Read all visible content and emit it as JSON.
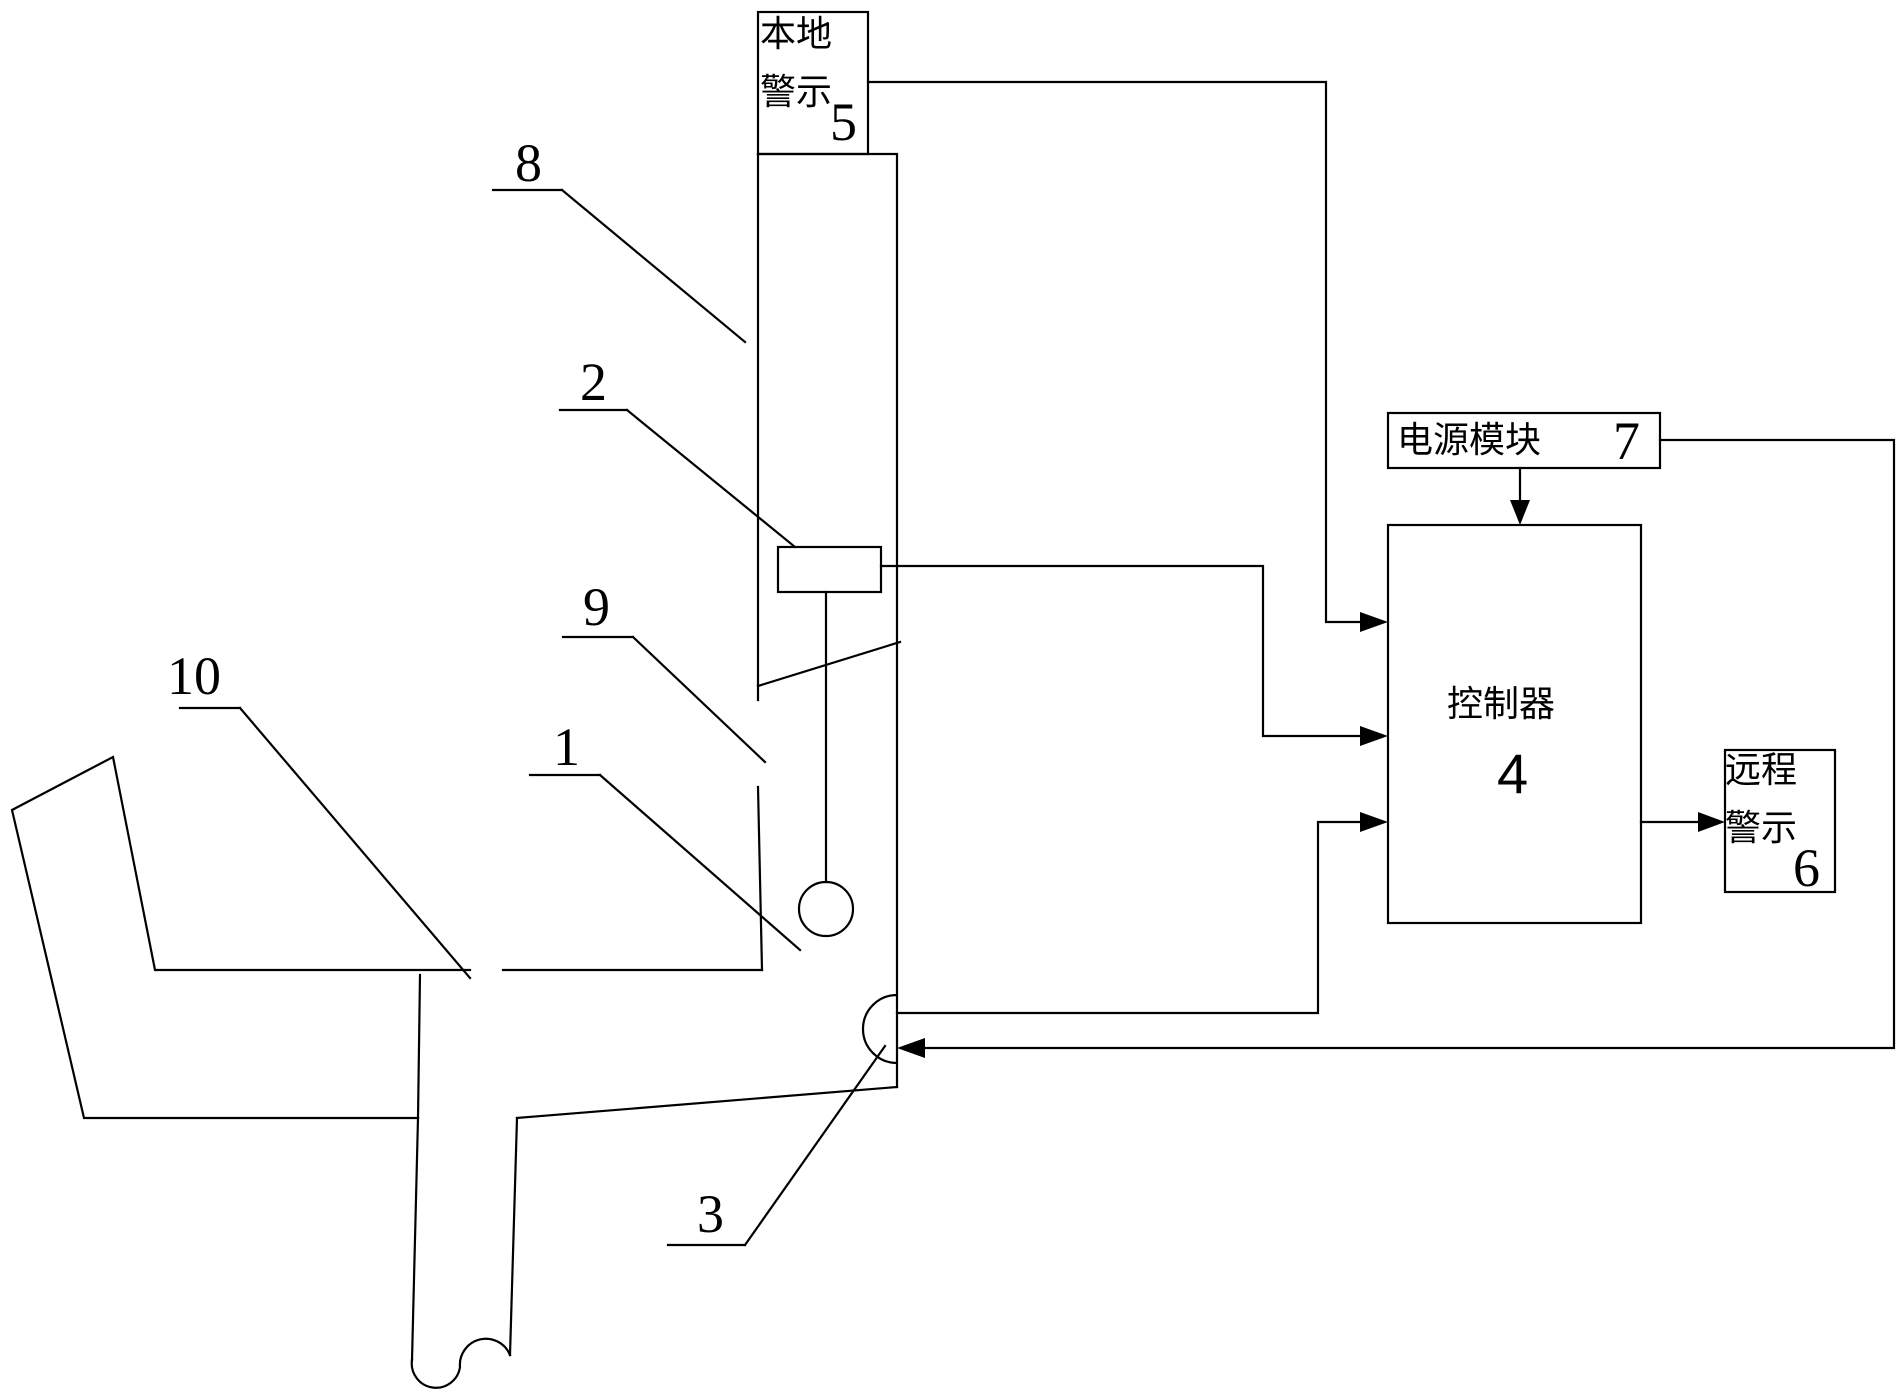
{
  "blocks": {
    "local_alarm": {
      "line1": "本地",
      "line2": "警示",
      "number": "5"
    },
    "power_module": {
      "label": "电源模块",
      "number": "7"
    },
    "controller": {
      "label": "控制器",
      "number": "4"
    },
    "remote_alarm": {
      "line1": "远程",
      "line2": "警示",
      "number": "6"
    }
  },
  "callouts": {
    "c8": "8",
    "c2": "2",
    "c9": "9",
    "c1": "1",
    "c10": "10",
    "c3": "3"
  }
}
